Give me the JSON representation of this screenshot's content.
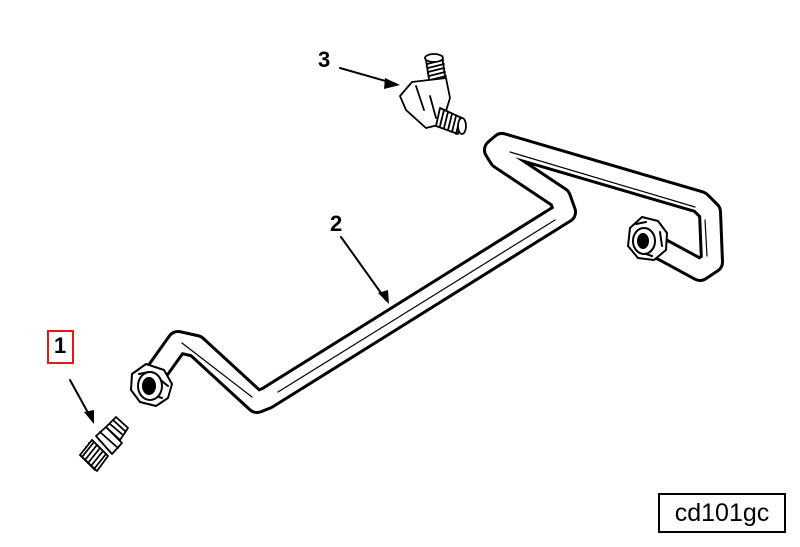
{
  "diagram": {
    "callouts": [
      {
        "id": "1",
        "label": "1",
        "highlighted": true,
        "highlight_color": "#e01818"
      },
      {
        "id": "2",
        "label": "2",
        "highlighted": false
      },
      {
        "id": "3",
        "label": "3",
        "highlighted": false
      }
    ],
    "figure_id": "cd101gc",
    "parts": [
      "straight-fitting",
      "tube",
      "elbow-fitting"
    ]
  }
}
